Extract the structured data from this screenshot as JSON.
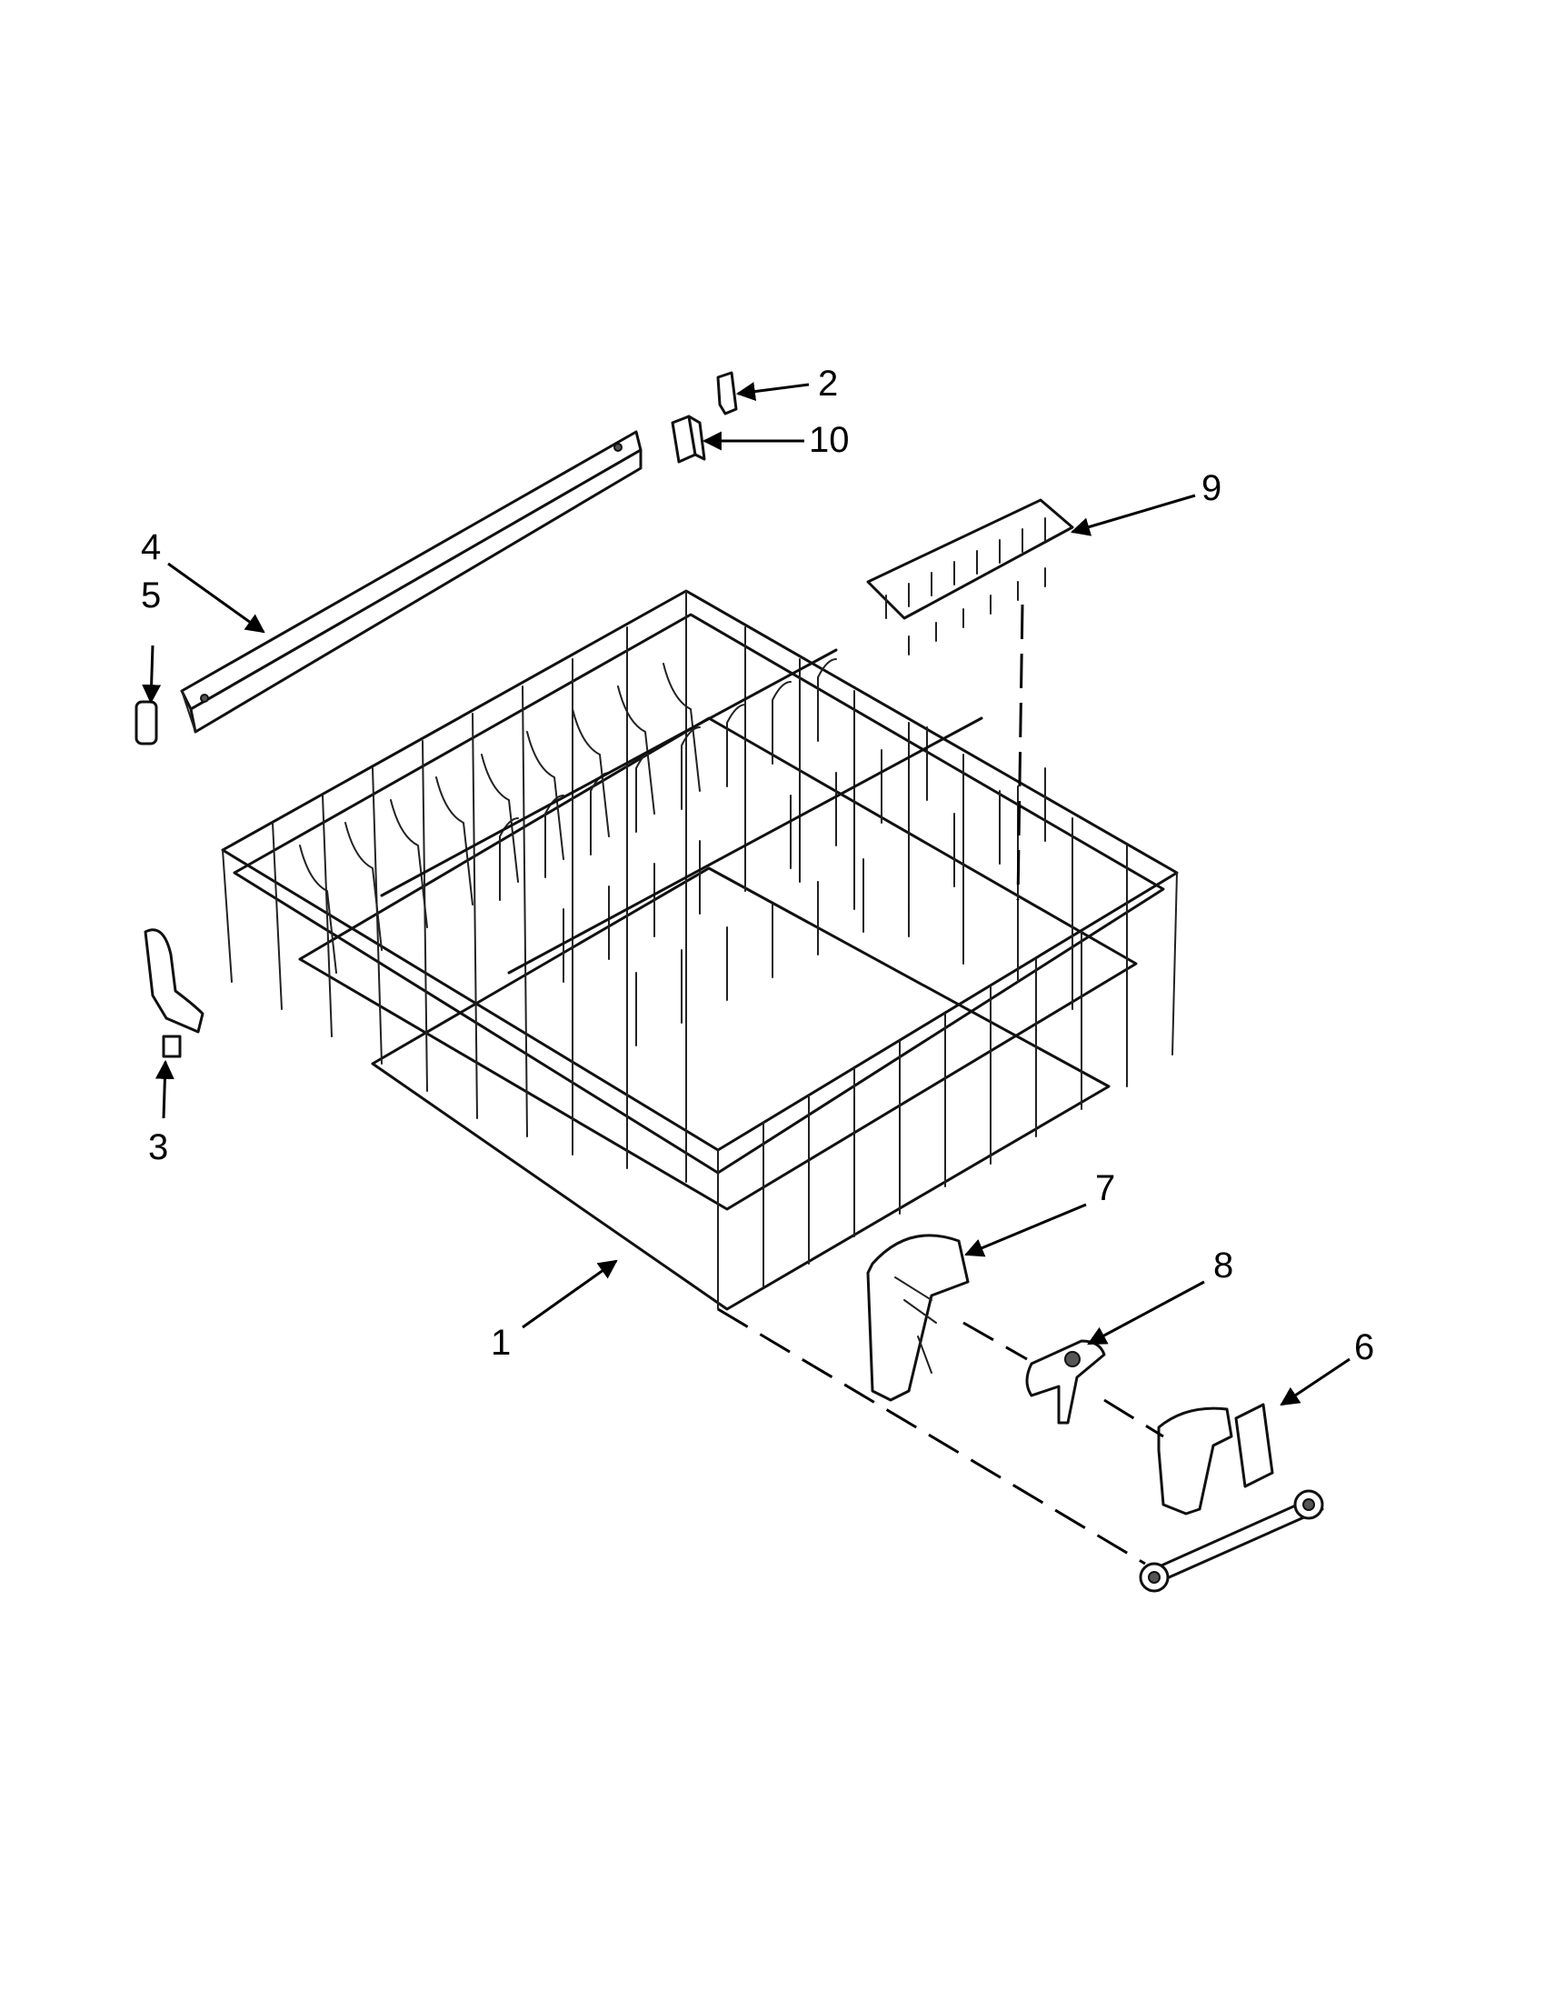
{
  "diagram": {
    "callouts": [
      {
        "id": "1",
        "label": "1"
      },
      {
        "id": "2",
        "label": "2"
      },
      {
        "id": "3",
        "label": "3"
      },
      {
        "id": "4",
        "label": "4"
      },
      {
        "id": "5",
        "label": "5"
      },
      {
        "id": "6",
        "label": "6"
      },
      {
        "id": "7",
        "label": "7"
      },
      {
        "id": "8",
        "label": "8"
      },
      {
        "id": "9",
        "label": "9"
      },
      {
        "id": "10",
        "label": "10"
      }
    ],
    "colors": {
      "line": "#111111",
      "background": "#ffffff"
    }
  }
}
